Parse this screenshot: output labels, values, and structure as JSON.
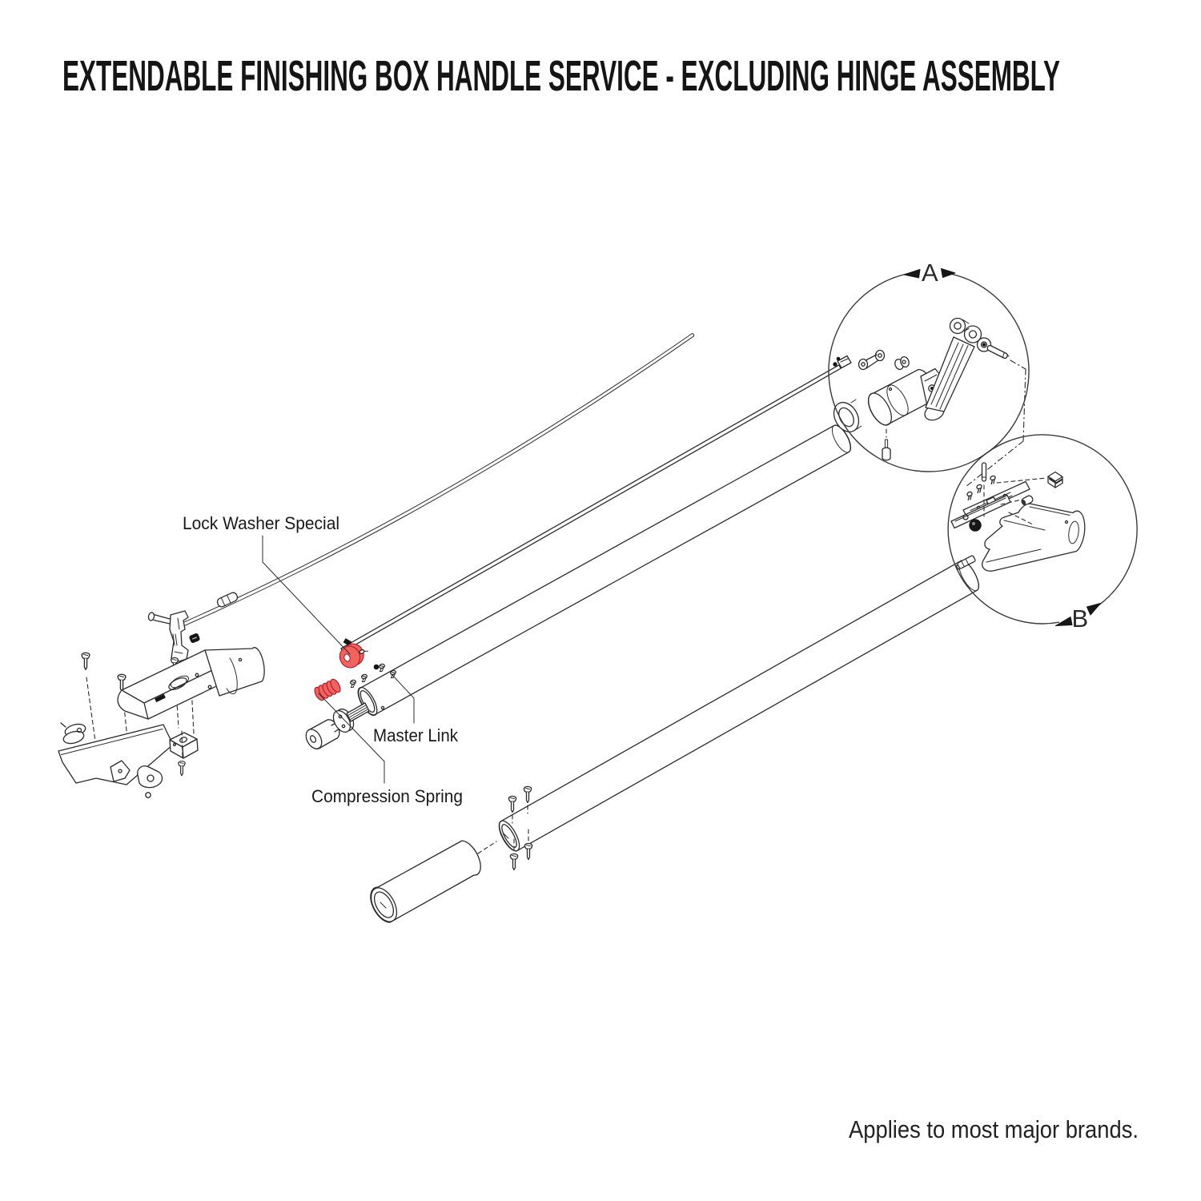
{
  "title": "EXTENDABLE FINISHING BOX HANDLE SERVICE - EXCLUDING HINGE ASSEMBLY",
  "footer_note": "Applies to most major brands.",
  "callouts": {
    "lock_washer": "Lock Washer Special",
    "master_link": "Master Link",
    "compression_spring": "Compression Spring"
  },
  "detail_views": {
    "a": "A",
    "b": "B"
  },
  "highlighted_parts": [
    "Lock Washer Special",
    "Compression Spring"
  ],
  "colors": {
    "background": "#ffffff",
    "line": "#2b2b2b",
    "text": "#1a1a1a",
    "highlight_fill": "#f2625f",
    "highlight_stroke": "#b21d28"
  }
}
